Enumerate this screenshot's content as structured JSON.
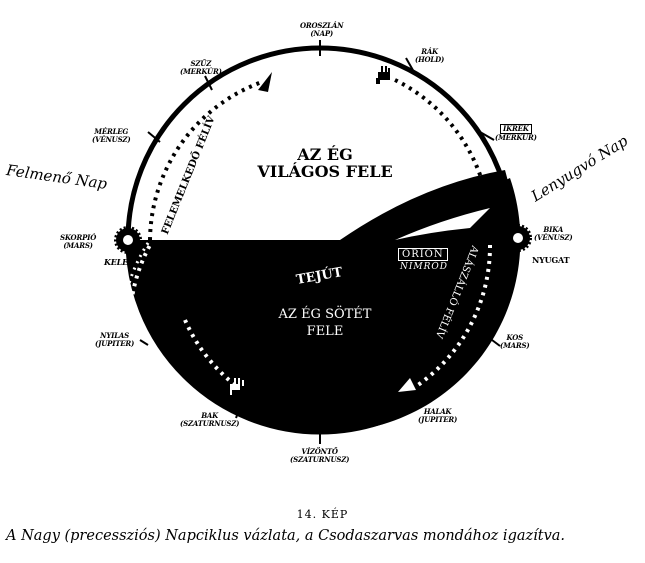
{
  "diagram": {
    "top_half_title_1": "AZ ÉG",
    "top_half_title_2": "VILÁGOS FELE",
    "bottom_half_title_1": "AZ ÉG SÖTÉT",
    "bottom_half_title_2": "FELE",
    "milky_way": "TEJÚT",
    "orion": "ORION",
    "nimrod": "NIMRÓD",
    "ascending_path": "FELEMELKEDŐ FÉLÍV",
    "descending_path": "ALÁSZÁLLÓ FÉLÍV",
    "rising_sun": "Felmenő Nap",
    "setting_sun": "Lenyugvó Nap",
    "east": "KELET",
    "west": "NYUGAT",
    "signs": [
      {
        "sign": "OROSZLÁN",
        "planet": "(NAP)"
      },
      {
        "sign": "RÁK",
        "planet": "(HOLD)"
      },
      {
        "sign": "IKREK",
        "planet": "(MERKÚR)"
      },
      {
        "sign": "BIKA",
        "planet": "(VÉNUSZ)"
      },
      {
        "sign": "KOS",
        "planet": "(MARS)"
      },
      {
        "sign": "HALAK",
        "planet": "(JUPITER)"
      },
      {
        "sign": "VÍZÖNTŐ",
        "planet": "(SZATURNUSZ)"
      },
      {
        "sign": "BAK",
        "planet": "(SZATURNUSZ)"
      },
      {
        "sign": "NYILAS",
        "planet": "(JUPITER)"
      },
      {
        "sign": "SKORPIÓ",
        "planet": "(MARS)"
      },
      {
        "sign": "MÉRLEG",
        "planet": "(VÉNUSZ)"
      },
      {
        "sign": "SZŰZ",
        "planet": "(MERKÚR)"
      }
    ]
  },
  "caption": {
    "number": "14. KÉP",
    "text": "A Nagy (precessziós) Napciklus vázlata, a Csodaszarvas mondához igazítva."
  }
}
